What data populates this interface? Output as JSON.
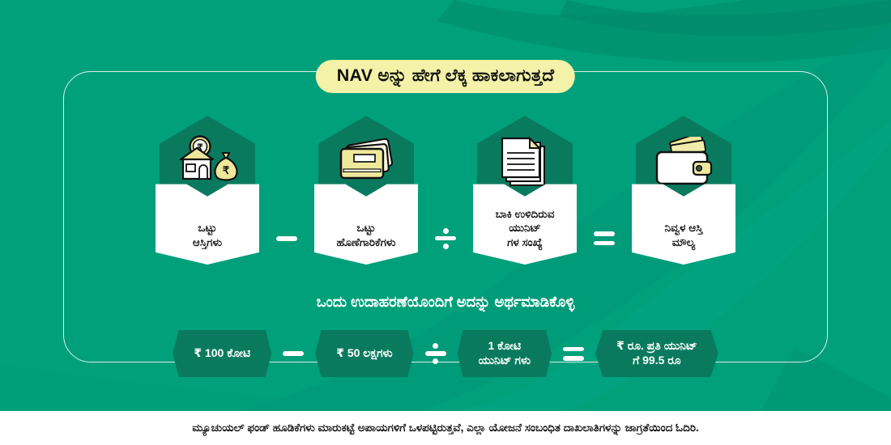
{
  "theme": {
    "background_teal": "#00a07a",
    "hexagon_green": "#0a7a5e",
    "title_pill_yellow": "#f4f2a8",
    "card_white": "#ffffff",
    "icon_yellow": "#efe89b",
    "text_dark": "#121212"
  },
  "title": {
    "text": "NAV ಅನ್ನು ಹೇಗೆ ಲೆಕ್ಕ ಹಾಕಲಾಗುತ್ತದೆ"
  },
  "formula": {
    "steps": [
      {
        "icon": "house-with-money-bag-icon",
        "label": "ಒಟ್ಟು\nಆಸ್ತಿಗಳು"
      },
      {
        "icon": "credit-cards-icon",
        "label": "ಒಟ್ಟು\nಹೊಣೆಗಾರಿಕೆಗಳು"
      },
      {
        "icon": "documents-icon",
        "label": "ಬಾಕಿ ಉಳಿದಿರುವ\nಯುನಿಟ್\nಗಳ ಸಂಖ್ಯೆ"
      },
      {
        "icon": "wallet-icon",
        "label": "ನಿವ್ವಳ ಆಸ್ತಿ\nಮೌಲ್ಯ"
      }
    ],
    "operators": [
      "minus",
      "divide",
      "equals"
    ]
  },
  "subtitle": {
    "text": "ಒಂದು ಉದಾಹರಣೆಯೊಂದಿಗೆ ಅದನ್ನು ಅರ್ಥಮಾಡಿಕೊಳ್ಳಿ"
  },
  "example": {
    "badges": [
      {
        "text": "₹ 100 ಕೋಟಿ"
      },
      {
        "text": "₹ 50 ಲಕ್ಷಗಳು"
      },
      {
        "text": "1 ಕೋಟಿ\nಯುನಿಟ್ ಗಳು"
      },
      {
        "text": "₹ ರೂ. ಪ್ರತಿ ಯುನಿಟ್\nಗೆ 99.5 ರೂ"
      }
    ],
    "operators": [
      "minus",
      "divide",
      "equals"
    ]
  },
  "footer": {
    "disclaimer": "ಮ್ಯೂಚುಯಲ್ ಫಂಡ್ ಹೂಡಿಕೆಗಳು ಮಾರುಕಟ್ಟೆ ಅಪಾಯಗಳಿಗೆ ಒಳಪಟ್ಟಿರುತ್ತವೆ, ಎಲ್ಲಾ ಯೋಜನೆ ಸಂಬಂಧಿತ ದಾಖಲಾತಿಗಳನ್ನು ಜಾಗ್ರತೆಯಿಂದ ಓದಿರಿ."
  }
}
